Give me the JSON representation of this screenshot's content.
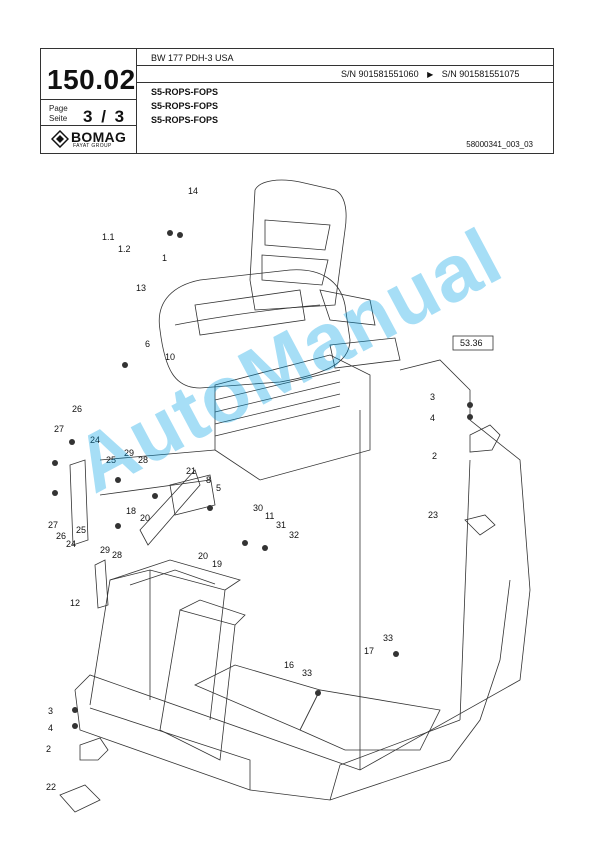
{
  "header": {
    "page_number": "150.02",
    "page_label": "Page",
    "seite_label": "Seite",
    "page_current": "3",
    "page_separator": "/",
    "page_total": "3",
    "brand": "BOMAG",
    "brand_group": "FAYAT GROUP",
    "model": "BW 177 PDH-3 USA",
    "serial_from": "S/N 901581551060",
    "serial_to": "S/N 901581551075",
    "variants": [
      "S5-ROPS-FOPS",
      "S5-ROPS-FOPS",
      "S5-ROPS-FOPS"
    ],
    "drawing_number": "58000341_003_03"
  },
  "colors": {
    "line": "#333333",
    "watermark": "#00a0e6"
  },
  "diagram": {
    "reference_box": "53.36",
    "callouts": [
      "14",
      "1.1",
      "1.2",
      "1",
      "13",
      "6",
      "10",
      "26",
      "27",
      "24",
      "25",
      "29",
      "28",
      "21",
      "8",
      "5",
      "18",
      "20",
      "30",
      "11",
      "31",
      "32",
      "27",
      "26",
      "24",
      "25",
      "29",
      "28",
      "20",
      "19",
      "12",
      "3",
      "4",
      "2",
      "23",
      "16",
      "33",
      "17",
      "33",
      "3",
      "4",
      "2",
      "22"
    ]
  },
  "watermark": "AutoManual"
}
